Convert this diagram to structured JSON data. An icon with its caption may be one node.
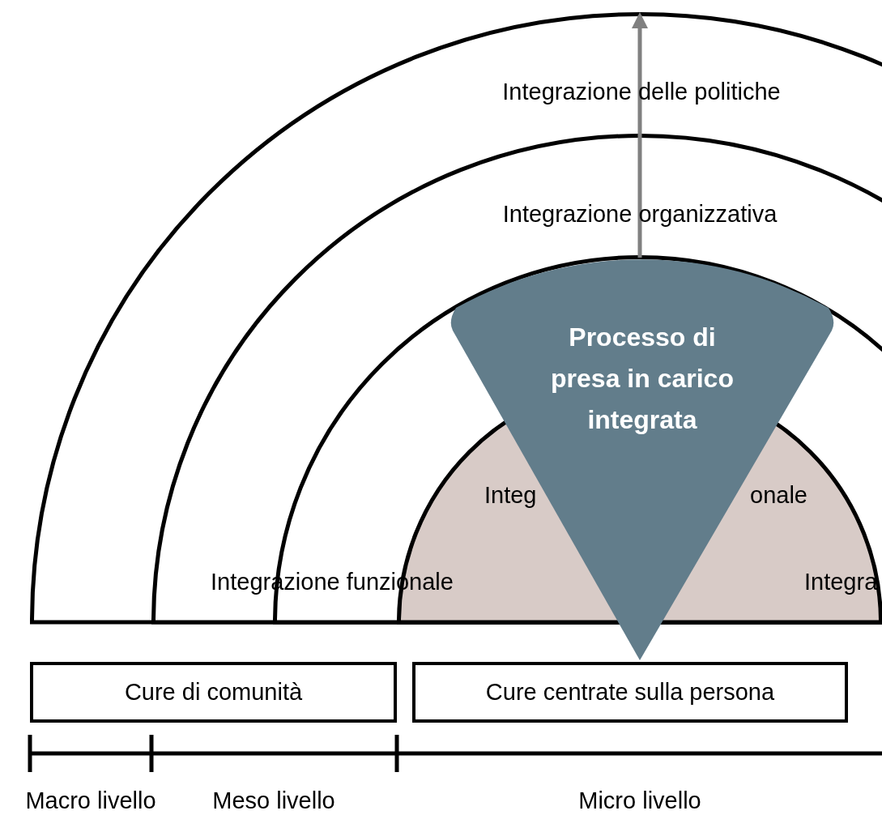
{
  "diagram": {
    "nodes": [
      {
        "text": [
          "Integrazione delle politiche"
        ]
      },
      {
        "text": [
          "Integrazione organizzativa"
        ],
        "in": 0
      },
      {
        "text": [
          "Integrazione funzionale"
        ],
        "in": 1
      },
      {
        "text": [
          "Integ",
          "onale",
          "Integra"
        ],
        "in": 2
      },
      {
        "text": [
          "Processo di presa in carico integrata"
        ]
      },
      {
        "text": [
          "Cure di comunità"
        ]
      },
      {
        "text": [
          "Cure centrate sulla persona"
        ]
      }
    ],
    "edges": [
      {
        "from": 4,
        "to": 0,
        "arrow": "to",
        "color": "#808080"
      }
    ],
    "labels": [
      "Macro livello",
      "Meso livello",
      "Micro livello"
    ]
  }
}
